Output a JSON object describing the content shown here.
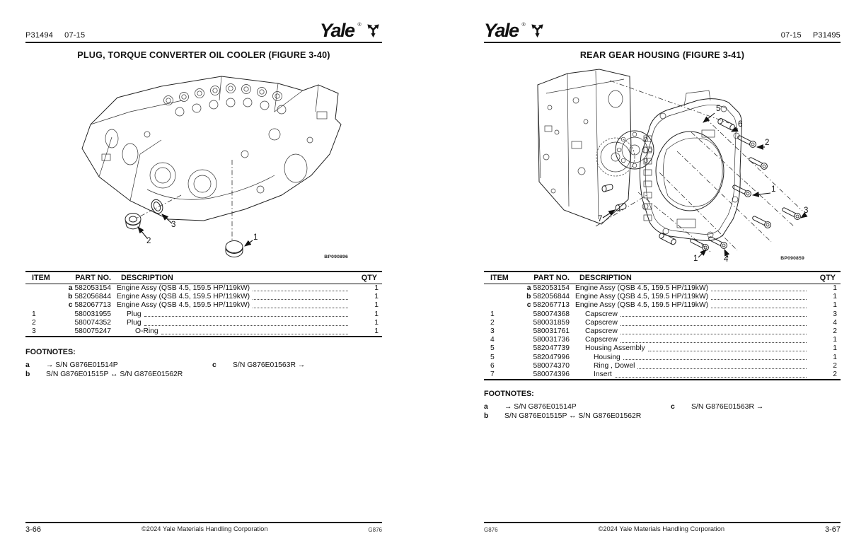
{
  "left": {
    "header": {
      "doc_code": "P31494",
      "date_code": "07-15"
    },
    "logo": {
      "text": "Yale",
      "reg": "®"
    },
    "title": "PLUG, TORQUE CONVERTER OIL COOLER (FIGURE 3-40)",
    "figure_code": "BP090896",
    "callouts": {
      "c1": "1",
      "c2": "2",
      "c3": "3"
    },
    "table": {
      "headers": {
        "item": "ITEM",
        "part": "PART NO.",
        "desc": "DESCRIPTION",
        "qty": "QTY"
      },
      "rows": [
        {
          "item": "",
          "fn": "a",
          "part": "582053154",
          "desc": "Engine Assy (QSB 4.5, 159.5 HP/119kW)",
          "qty": "1"
        },
        {
          "item": "",
          "fn": "b",
          "part": "582056844",
          "desc": "Engine Assy (QSB 4.5, 159.5 HP/119kW)",
          "qty": "1"
        },
        {
          "item": "",
          "fn": "c",
          "part": "582067713",
          "desc": "Engine Assy (QSB 4.5, 159.5 HP/119kW)",
          "qty": "1"
        },
        {
          "item": "1",
          "fn": "",
          "part": "580031955",
          "desc": "Plug",
          "qty": "1"
        },
        {
          "item": "2",
          "fn": "",
          "part": "580074352",
          "desc": "Plug",
          "qty": "1"
        },
        {
          "item": "3",
          "fn": "",
          "part": "580075247",
          "desc": "O-Ring",
          "qty": "1"
        }
      ]
    },
    "footnotes": {
      "label": "FOOTNOTES:",
      "a_key": "a",
      "a_text": "→ S/N G876E01514P",
      "b_key": "b",
      "b_text": "S/N G876E01515P ↔ S/N G876E01562R",
      "c_key": "c",
      "c_text": "S/N G876E01563R →"
    },
    "footer": {
      "page_number": "3-66",
      "copyright": "©2024 Yale Materials Handling Corporation",
      "doc_code": "G876"
    }
  },
  "right": {
    "header": {
      "date_code": "07-15",
      "doc_code": "P31495"
    },
    "logo": {
      "text": "Yale",
      "reg": "®"
    },
    "title": "REAR GEAR HOUSING (FIGURE 3-41)",
    "figure_code": "BP090859",
    "callouts": {
      "c1": "5",
      "c2": "6",
      "c3": "2",
      "c4": "1",
      "c5": "3",
      "c6": "7",
      "c7": "1",
      "c8": "4"
    },
    "table": {
      "headers": {
        "item": "ITEM",
        "part": "PART NO.",
        "desc": "DESCRIPTION",
        "qty": "QTY"
      },
      "rows": [
        {
          "item": "",
          "fn": "a",
          "part": "582053154",
          "desc": "Engine Assy (QSB 4.5, 159.5 HP/119kW)",
          "qty": "1"
        },
        {
          "item": "",
          "fn": "b",
          "part": "582056844",
          "desc": "Engine Assy (QSB 4.5, 159.5 HP/119kW)",
          "qty": "1"
        },
        {
          "item": "",
          "fn": "c",
          "part": "582067713",
          "desc": "Engine Assy (QSB 4.5, 159.5 HP/119kW)",
          "qty": "1"
        },
        {
          "item": "1",
          "fn": "",
          "part": "580074368",
          "desc": "Capscrew",
          "qty": "3"
        },
        {
          "item": "2",
          "fn": "",
          "part": "580031859",
          "desc": "Capscrew",
          "qty": "4"
        },
        {
          "item": "3",
          "fn": "",
          "part": "580031761",
          "desc": "Capscrew",
          "qty": "2"
        },
        {
          "item": "4",
          "fn": "",
          "part": "580031736",
          "desc": "Capscrew",
          "qty": "1"
        },
        {
          "item": "5",
          "fn": "",
          "part": "582047739",
          "desc": "Housing Assembly",
          "qty": "1"
        },
        {
          "item": "5",
          "fn": "",
          "part": "582047996",
          "desc": "Housing",
          "qty": "1"
        },
        {
          "item": "6",
          "fn": "",
          "part": "580074370",
          "desc": "Ring , Dowel",
          "qty": "2"
        },
        {
          "item": "7",
          "fn": "",
          "part": "580074396",
          "desc": "Insert",
          "qty": "2"
        }
      ]
    },
    "footnotes": {
      "label": "FOOTNOTES:",
      "a_key": "a",
      "a_text": "→ S/N G876E01514P",
      "b_key": "b",
      "b_text": "S/N G876E01515P ↔ S/N G876E01562R",
      "c_key": "c",
      "c_text": "S/N G876E01563R →"
    },
    "footer": {
      "doc_code": "G876",
      "copyright": "©2024 Yale Materials Handling Corporation",
      "page_number": "3-67"
    }
  }
}
